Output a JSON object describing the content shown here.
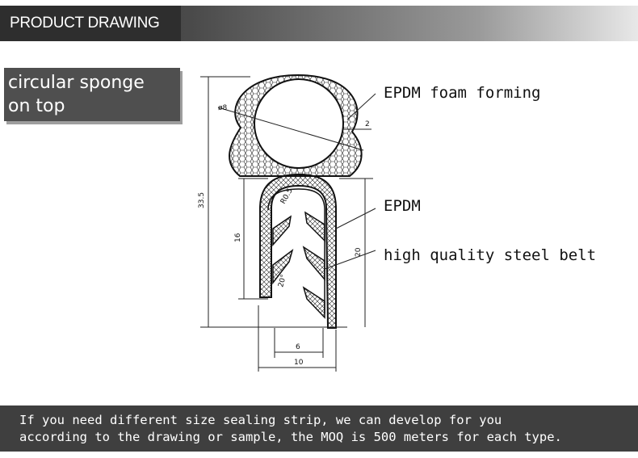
{
  "header": {
    "title": "PRODUCT DRAWING"
  },
  "side_label": {
    "line1": "circular sponge",
    "line2": "on top"
  },
  "callouts": {
    "foam": "EPDM foam forming",
    "epdm": "EPDM",
    "steel": "high quality steel belt"
  },
  "dimensions": {
    "overall_height": "33.5",
    "bulb_diameter": "ø8",
    "wall": "2",
    "clip_height": "16",
    "body_height": "20",
    "inner_width": "6",
    "outer_width": "10",
    "radius": "R0.5",
    "angle": "20°"
  },
  "footer": {
    "line1": "If you need different size sealing strip, we can develop for you",
    "line2": "according to the drawing or sample, the MOQ is 500 meters for each type."
  }
}
